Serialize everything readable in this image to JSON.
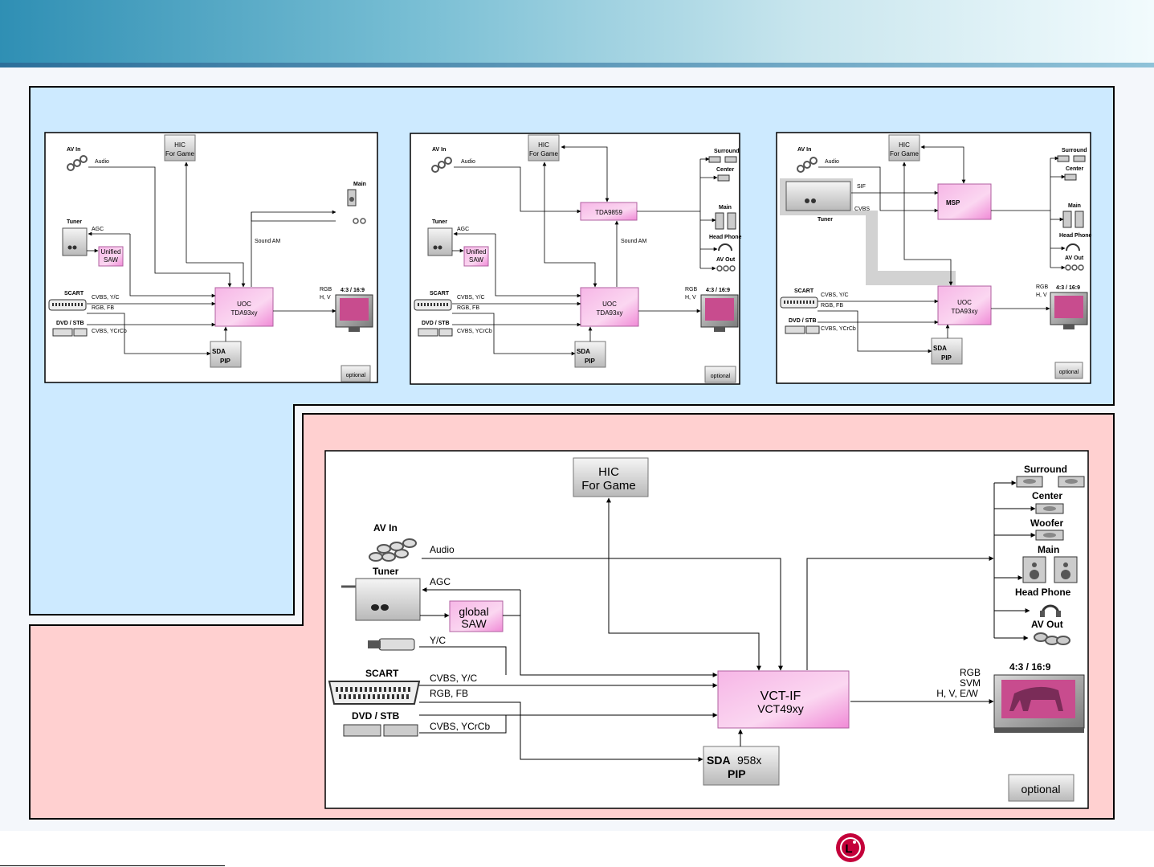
{
  "footer": {
    "logo_letter": "L",
    "logo_color": "#c4003a"
  },
  "colors": {
    "top_panel": "#cdeaff",
    "bottom_panel": "#ffd0d0",
    "chip": "#f1a8e0",
    "chip_light": "#fbe0f4",
    "block": "#dcdcdc"
  },
  "d1": {
    "hic": [
      "HIC",
      "For Game"
    ],
    "av_in": "AV In",
    "audio": "Audio",
    "main": "Main",
    "tuner": "Tuner",
    "agc": "AGC",
    "saw": [
      "Unified",
      "SAW"
    ],
    "sound_am": "Sound AM",
    "scart": "SCART",
    "cvbs_yc": "CVBS, Y/C",
    "rgb_fb": "RGB, FB",
    "dvd": "DVD / STB",
    "cvbs_ycrcb": "CVBS, YCrCb",
    "uoc": [
      "UOC",
      "TDA93xy"
    ],
    "rgb_hv": [
      "RGB",
      "H, V"
    ],
    "aspect": "4:3 / 16:9",
    "sda": [
      "SDA",
      "PIP"
    ],
    "optional": "optional"
  },
  "d2": {
    "hic": [
      "HIC",
      "For Game"
    ],
    "av_in": "AV In",
    "audio": "Audio",
    "tda": "TDA9859",
    "surround": "Surround",
    "center": "Center",
    "main": "Main",
    "head_phone": "Head Phone",
    "av_out": "AV Out",
    "tuner": "Tuner",
    "agc": "AGC",
    "saw": [
      "Unified",
      "SAW"
    ],
    "sound_am": "Sound AM",
    "scart": "SCART",
    "cvbs_yc": "CVBS, Y/C",
    "rgb_fb": "RGB, FB",
    "dvd": "DVD / STB",
    "cvbs_ycrcb": "CVBS, YCrCb",
    "uoc": [
      "UOC",
      "TDA93xy"
    ],
    "rgb_hv": [
      "RGB",
      "H, V"
    ],
    "aspect": "4:3 / 16:9",
    "sda": [
      "SDA",
      "PIP"
    ],
    "optional": "optional"
  },
  "d3": {
    "hic": [
      "HIC",
      "For Game"
    ],
    "av_in": "AV In",
    "audio": "Audio",
    "sif": "SIF",
    "cvbs": "CVBS",
    "msp": "MSP",
    "surround": "Surround",
    "center": "Center",
    "main": "Main",
    "head_phone": "Head Phone",
    "av_out": "AV Out",
    "tuner": "Tuner",
    "scart": "SCART",
    "cvbs_yc": "CVBS, Y/C",
    "rgb_fb": "RGB, FB",
    "dvd": "DVD / STB",
    "cvbs_ycrcb": "CVBS, YCrCb",
    "uoc": [
      "UOC",
      "TDA93xy"
    ],
    "rgb_hv": [
      "RGB",
      "H, V"
    ],
    "aspect": "4:3 / 16:9",
    "sda": [
      "SDA",
      "PIP"
    ],
    "optional": "optional"
  },
  "d4": {
    "hic": [
      "HIC",
      "For Game"
    ],
    "surround": "Surround",
    "center": "Center",
    "woofer": "Woofer",
    "main": "Main",
    "head_phone": "Head Phone",
    "av_out": "AV Out",
    "av_in": "AV In",
    "audio": "Audio",
    "tuner": "Tuner",
    "agc": "AGC",
    "saw": [
      "global",
      "SAW"
    ],
    "yc": "Y/C",
    "scart": "SCART",
    "cvbs_yc": "CVBS, Y/C",
    "rgb_fb": "RGB, FB",
    "dvd": "DVD / STB",
    "cvbs_ycrcb": "CVBS, YCrCb",
    "vct": [
      "VCT-IF",
      "VCT49xy"
    ],
    "rgb_svm": [
      "RGB",
      "SVM",
      "H, V, E/W"
    ],
    "aspect": "4:3 / 16:9",
    "sda": [
      "SDA",
      "PIP"
    ],
    "sda_suffix": "958x",
    "optional": "optional"
  }
}
